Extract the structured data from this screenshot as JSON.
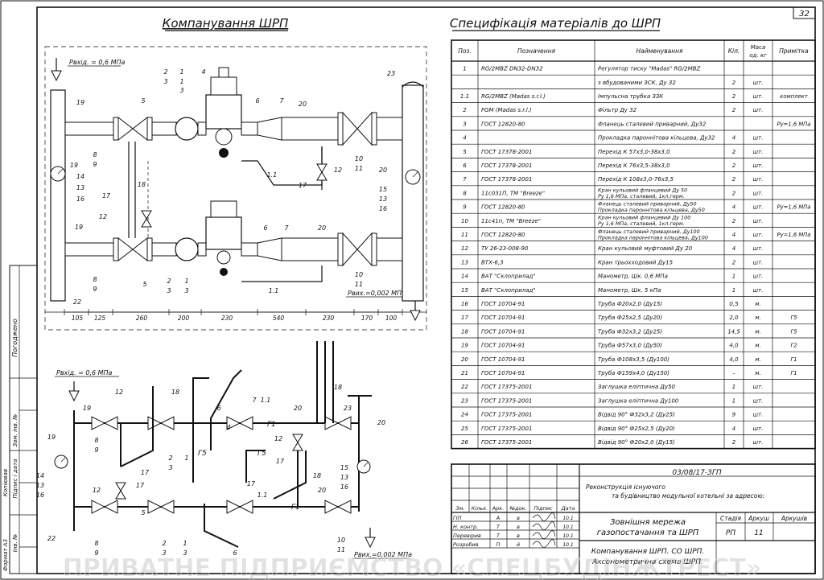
{
  "sheet_number": "32",
  "left_title": "Компанування ШРП",
  "right_title": "Специфікація матеріалів до ШРП",
  "layout": {
    "p_in": "Рвхід. = 0,6 МПа",
    "p_out": "Рвих.=0,002 МПа",
    "dimensions": [
      "105",
      "125",
      "260",
      "200",
      "230",
      "540",
      "230",
      "170",
      "100"
    ],
    "callouts": [
      "1",
      "2",
      "3",
      "4",
      "5",
      "6",
      "7",
      "8",
      "9",
      "10",
      "11",
      "12",
      "13",
      "14",
      "15",
      "16",
      "17",
      "18",
      "19",
      "20",
      "22",
      "23",
      "1.1"
    ]
  },
  "axon": {
    "p_in": "Рвхід. = 0,6 МПа",
    "p_out": "Рвих.=0,002 МПа",
    "pipe_marks": [
      "Г1",
      "Г5"
    ]
  },
  "spec": {
    "headers": [
      "Поз.",
      "Позначення",
      "Найменування",
      "Кіл.",
      "Маса од. кг",
      "Примітка"
    ],
    "rows": [
      [
        "1",
        "RG/2MBZ DN32-DN32",
        "Регулятор тиску \"Madas\" RG/2MBZ",
        "",
        "",
        ""
      ],
      [
        "",
        "",
        "з вбудованими ЗСК, Ду 32",
        "2",
        "шт.",
        ""
      ],
      [
        "1.1",
        "RG/2MBZ (Madas s.r.l.)",
        "Імпульсна трубка ЗЗК",
        "2",
        "шт.",
        "комплект"
      ],
      [
        "2",
        "FGM (Madas s.r.l.)",
        "Фільтр Ду 32",
        "2",
        "шт.",
        ""
      ],
      [
        "3",
        "ГОСТ 12820-80",
        "Фланець сталевий приварний, Ду32",
        "",
        "",
        "Ру=1,6 МПа"
      ],
      [
        "4",
        "",
        "Прокладка пароннітова кільцева, Ду32",
        "4",
        "шт.",
        ""
      ],
      [
        "5",
        "ГОСТ 17378-2001",
        "Перехід К 57х3,0-38х3,0",
        "2",
        "шт.",
        ""
      ],
      [
        "6",
        "ГОСТ 17378-2001",
        "Перехід К 76х3,5-38х3,0",
        "2",
        "шт.",
        ""
      ],
      [
        "7",
        "ГОСТ 17378-2001",
        "Перехід К 108х3,0-76х3,5",
        "2",
        "шт.",
        ""
      ],
      [
        "8",
        "11с031П, ТМ \"Breeze\"",
        "Кран кульовий фланцевий Ду 50 Ру 1,6 МПа, сталевий, 1кл.герм.",
        "2",
        "шт.",
        ""
      ],
      [
        "9",
        "ГОСТ 12820-80",
        "Фланець сталевий приварний, Ду50 Прокладка пароннітова кільцева, Ду50",
        "4",
        "шт.",
        "Ру=1,6 МПа"
      ],
      [
        "10",
        "11с41п, ТМ \"Breeze\"",
        "Кран кульовий фланцевий Ду 100 Ру 1,6 МПа, сталевий, 1кл.герм.",
        "2",
        "шт.",
        ""
      ],
      [
        "11",
        "ГОСТ 12820-80",
        "Фланець сталевий приварний, Ду100 Прокладка пароннітова кільцева, Ду100",
        "4",
        "шт.",
        "Ру=1,6 МПа"
      ],
      [
        "12",
        "ТУ 26-23-008-90",
        "Кран кульовий муфтовий Ду 20",
        "4",
        "шт.",
        ""
      ],
      [
        "13",
        "ВТХ-6,3",
        "Кран трьохходовий Ду15",
        "2",
        "шт.",
        ""
      ],
      [
        "14",
        "ВАТ \"Склоприлад\"",
        "Манометр, Шк. 0,6 МПа",
        "1",
        "шт.",
        ""
      ],
      [
        "15",
        "ВАТ \"Склоприлад\"",
        "Манометр, Шк. 5 кПа",
        "1",
        "шт.",
        ""
      ],
      [
        "16",
        "ГОСТ 10704-91",
        "Труба Ф20х2,0 (Ду15)",
        "0,5",
        "м.",
        ""
      ],
      [
        "17",
        "ГОСТ 10704-91",
        "Труба Ф25х2,5 (Ду20)",
        "2,0",
        "м.",
        "Г5"
      ],
      [
        "18",
        "ГОСТ 10704-91",
        "Труба Ф32х3,2 (Ду25)",
        "14,5",
        "м.",
        "Г5"
      ],
      [
        "19",
        "ГОСТ 10704-91",
        "Труба Ф57х3,0 (Ду50)",
        "4,0",
        "м.",
        "Г2"
      ],
      [
        "20",
        "ГОСТ 10704-91",
        "Труба Ф108х3,5 (Ду100)",
        "4,0",
        "м.",
        "Г1"
      ],
      [
        "21",
        "ГОСТ 10704-91",
        "Труба Ф159х4,0 (Ду150)",
        "–",
        "м.",
        "Г1"
      ],
      [
        "22",
        "ГОСТ 17375-2001",
        "Заглушка еліптична Ду50",
        "1",
        "шт.",
        ""
      ],
      [
        "23",
        "ГОСТ 17375-2001",
        "Заглушка еліптична Ду100",
        "1",
        "шт.",
        ""
      ],
      [
        "24",
        "ГОСТ 17375-2001",
        "Відвід 90° Ф32х3,2 (Ду25)",
        "9",
        "шт.",
        ""
      ],
      [
        "25",
        "ГОСТ 17375-2001",
        "Відвід 90° Ф25х2,5 (Ду20)",
        "4",
        "шт.",
        ""
      ],
      [
        "26",
        "ГОСТ 17375-2001",
        "Відвід 90° Ф20х2,0 (Ду15)",
        "2",
        "шт.",
        ""
      ]
    ]
  },
  "stamp": {
    "code": "03/08/17-ЗГП",
    "project": "Реконструкція існуючого",
    "project2": "та будівництво модульної котельні за адресою:",
    "title1": "Зовнішня мережа",
    "title2": "газопостачання та ШРП",
    "sheet_title1": "Компанування ШРП. СО ШРП.",
    "sheet_title2": "Аксонометрична схема ШРП.",
    "col_headers": [
      "Зм.",
      "Кільк.",
      "Арк.",
      "№док.",
      "Підпис",
      "Дата"
    ],
    "roles": [
      "ГІП",
      "Н. контр.",
      "Перевірив",
      "Розробив"
    ],
    "role_cols": [
      [
        "А",
        "в"
      ],
      [
        "Т",
        "в"
      ],
      [
        "Т",
        "в"
      ],
      [
        "П",
        "й"
      ]
    ],
    "dates": [
      "10.1",
      "10.1",
      "10.1",
      "10.1"
    ],
    "stage_label": "Стадія",
    "sheet_label": "Аркуш",
    "sheets_label": "Аркушів",
    "stage": "РП",
    "sheet": "11"
  },
  "side": {
    "labels": [
      "Погоджено",
      "Зам. інв. №",
      "Підпис і дата",
      "Копіював",
      "Інв. №",
      "Формат А3"
    ]
  },
  "watermark": "ПРИВАТНЕ ПІДПРИЄМСТВО «СПЕЦБУДІНЖТРЕСТ»"
}
